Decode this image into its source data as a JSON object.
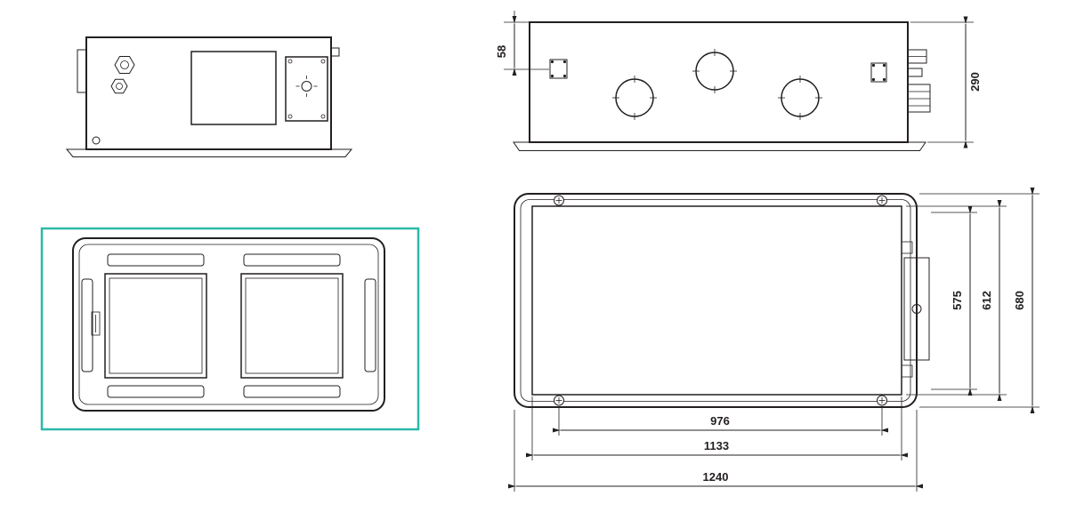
{
  "drawing": {
    "front_view": {
      "dim_knockout_offset": "58",
      "dim_body_height": "290"
    },
    "plan_view": {
      "dim_screw_span": "976",
      "dim_inner_width": "1133",
      "dim_overall_width": "1240",
      "dim_inner_depth": "575",
      "dim_mid_depth": "612",
      "dim_overall_depth": "680"
    }
  },
  "colors": {
    "line": "#231f20",
    "highlight": "#2bb9a8",
    "background": "#ffffff"
  }
}
